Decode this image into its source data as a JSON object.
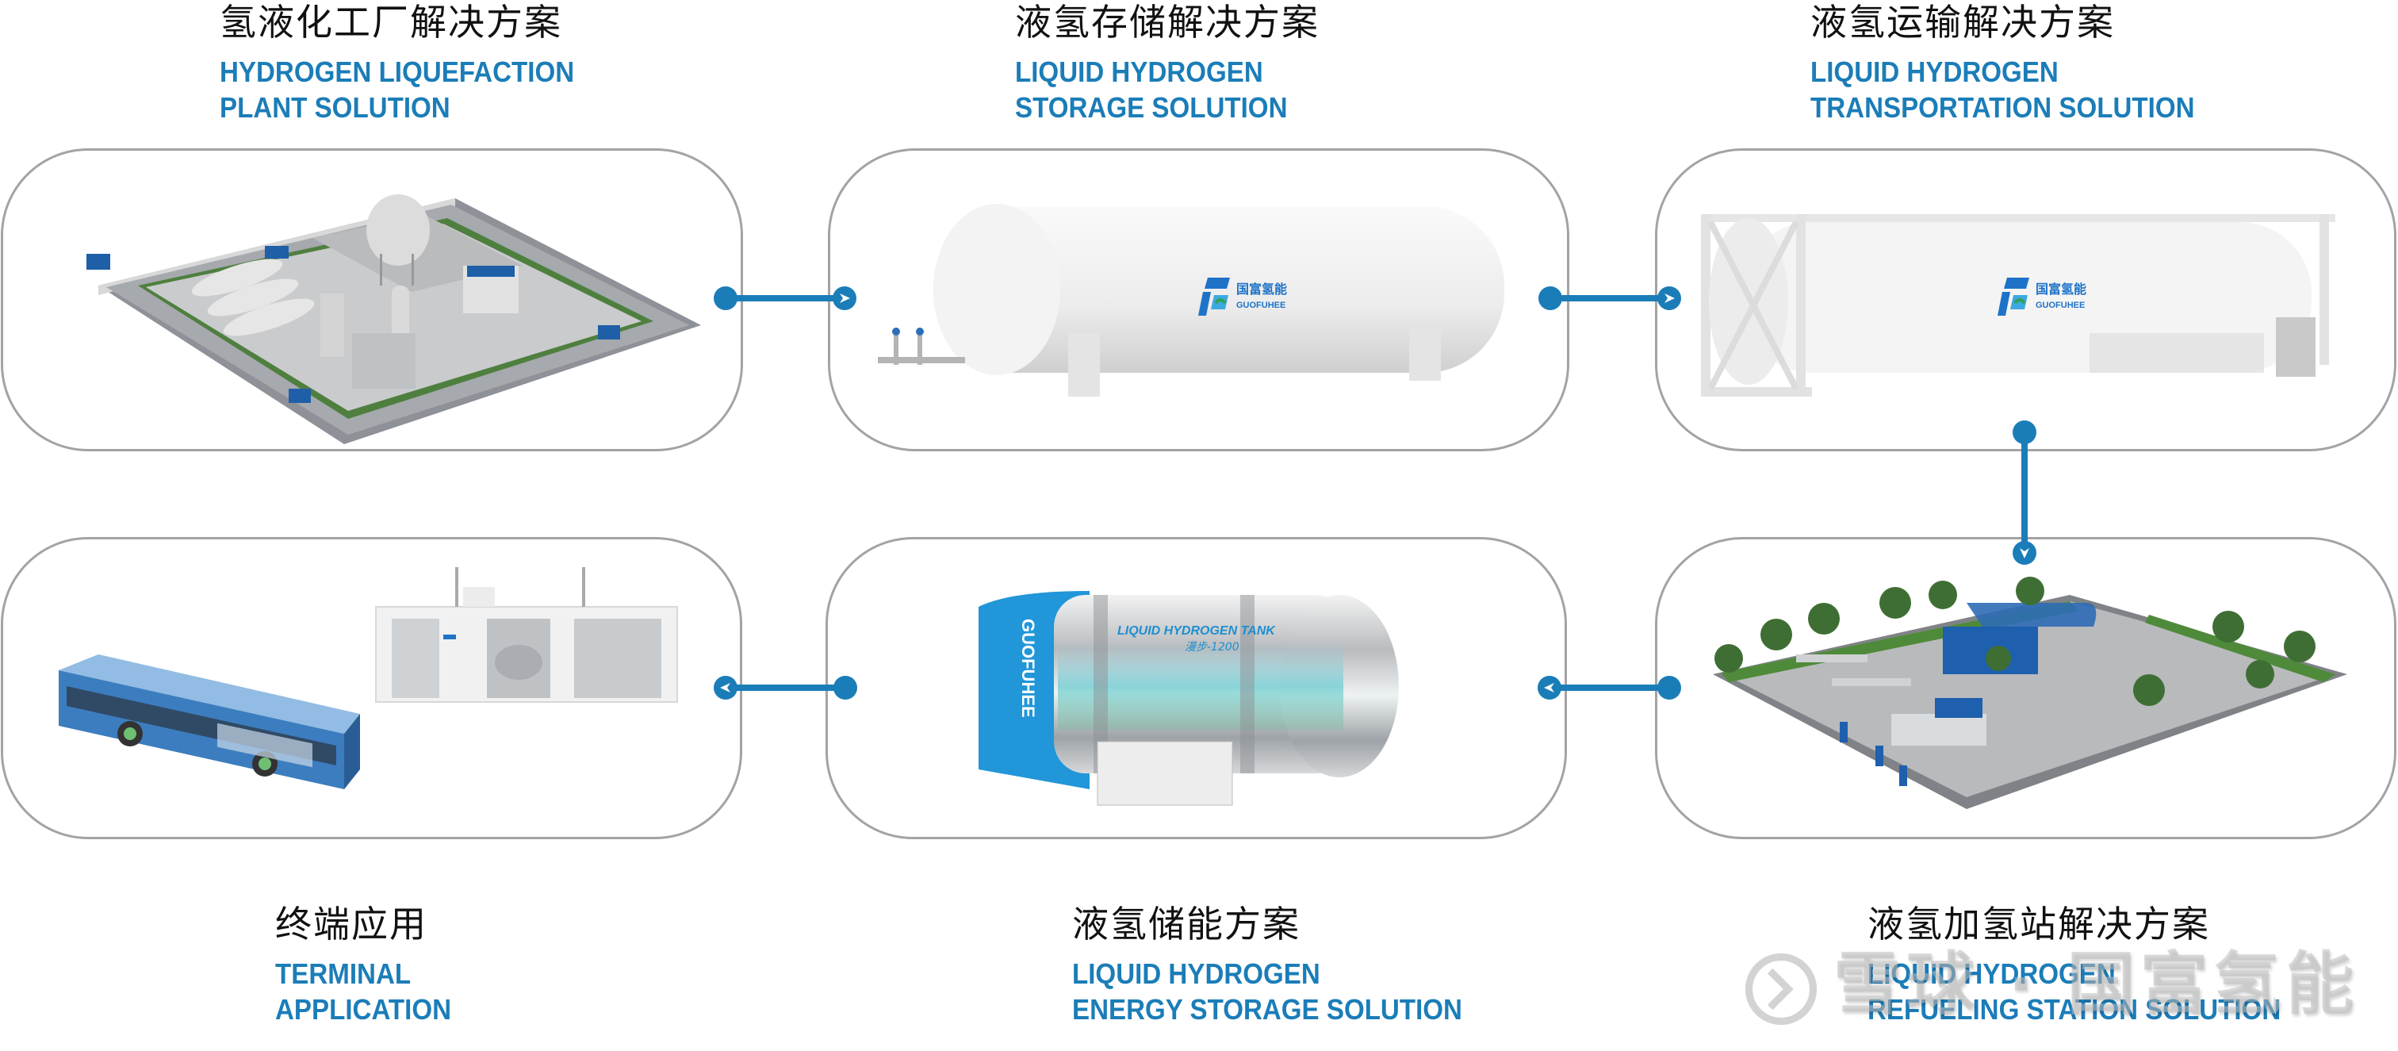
{
  "colors": {
    "accent": "#1b7db8",
    "card_border": "#a3a3a3",
    "title_zh": "#111111"
  },
  "brand": {
    "name_zh": "国富氢能",
    "name_en": "GUOFUHEE"
  },
  "steps": [
    {
      "title_zh": "氢液化工厂解决方案",
      "title_en_line1": "HYDROGEN LIQUEFACTION",
      "title_en_line2": "PLANT SOLUTION",
      "image": "hydrogen-liquefaction-plant"
    },
    {
      "title_zh": "液氢存储解决方案",
      "title_en_line1": "LIQUID HYDROGEN",
      "title_en_line2": "STORAGE SOLUTION",
      "image": "liquid-hydrogen-storage-tank"
    },
    {
      "title_zh": "液氢运输解决方案",
      "title_en_line1": "LIQUID HYDROGEN",
      "title_en_line2": "TRANSPORTATION SOLUTION",
      "image": "liquid-hydrogen-iso-container"
    },
    {
      "title_zh": "终端应用",
      "title_en_line1": "TERMINAL",
      "title_en_line2": "APPLICATION",
      "image": "bus-and-container-unit"
    },
    {
      "title_zh": "液氢储能方案",
      "title_en_line1": "LIQUID HYDROGEN",
      "title_en_line2": "ENERGY STORAGE SOLUTION",
      "image": "vehicle-liquid-hydrogen-tank"
    },
    {
      "title_zh": "液氢加氢站解决方案",
      "title_en_line1": "LIQUID HYDROGEN",
      "title_en_line2": "REFUELING STATION SOLUTION",
      "image": "refueling-station"
    }
  ],
  "tank_label": {
    "line1": "LIQUID HYDROGEN TANK",
    "line2": "漫步-1200"
  },
  "side_banner": "GUOFUHEE",
  "flow": [
    "1→2",
    "2→3",
    "3→6",
    "6→5",
    "5→4"
  ],
  "watermark": {
    "text": "雪球 · 国富氢能"
  }
}
